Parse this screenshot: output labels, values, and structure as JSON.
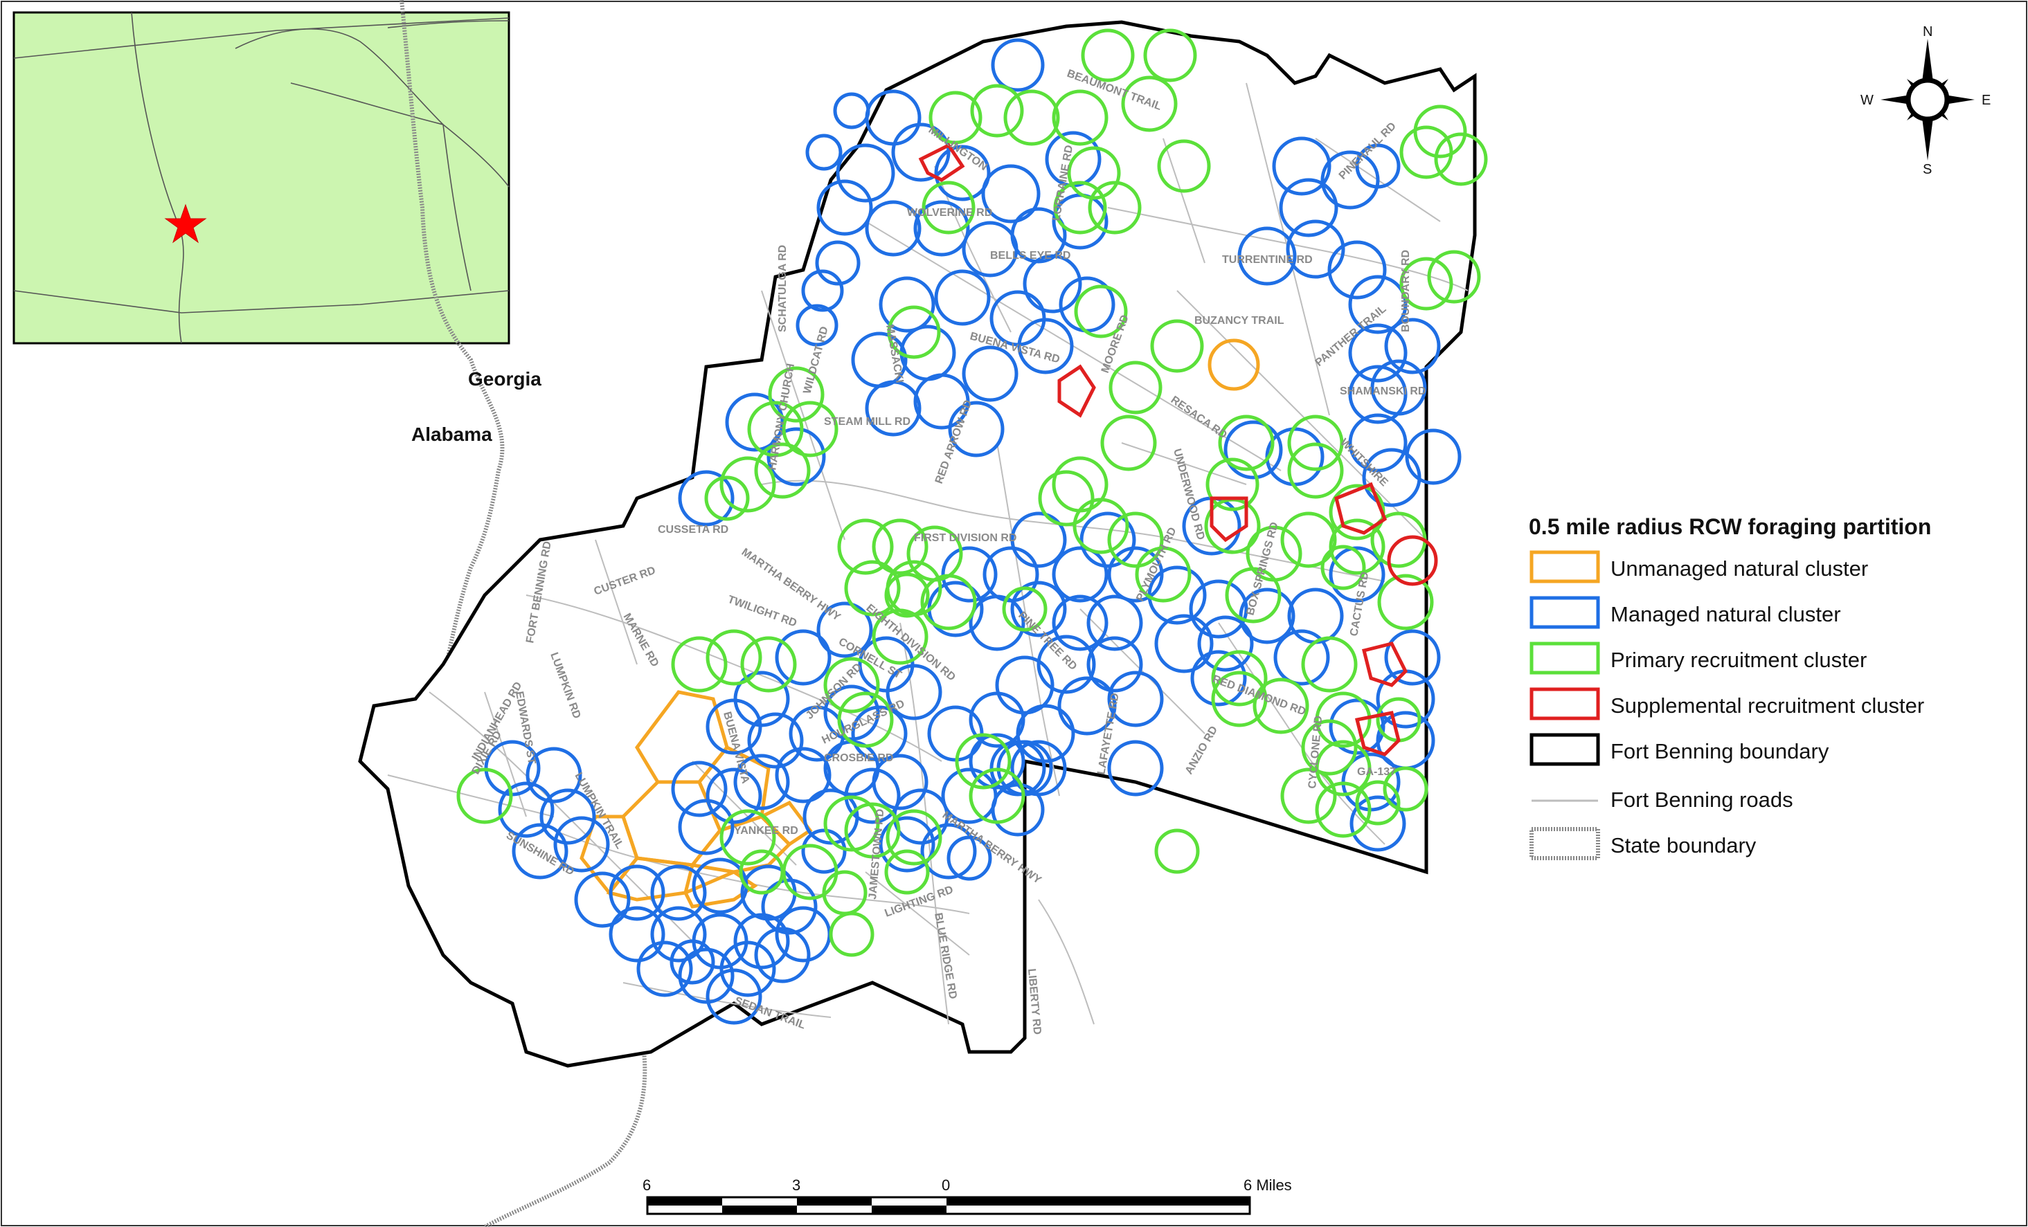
{
  "map": {
    "state_labels": [
      "Georgia",
      "Alabama"
    ],
    "roads": [
      "BEAUMONT TRAIL",
      "MILLINGTON",
      "WOLVERINE RD",
      "LORRAINE RD",
      "BELLS EYE RD",
      "SCHATULGA RD",
      "WILDCAT RD",
      "MASSACKI",
      "BUENA VISTA RD",
      "MOORE RD",
      "BUZANCY TRAIL",
      "TURRENTINE RD",
      "PINEHAUL RD",
      "PANTHER TRAIL",
      "BOUNDARY RD",
      "SHAMANSKI RD",
      "RESACA RD",
      "STEAM MILL RD",
      "RED ARROW RD",
      "HARMONY CHURCH",
      "UNDERWOOD RD",
      "WHITSHIRE",
      "CUSSETA RD",
      "FIRST DIVISION RD",
      "MARTHA BERRY HWY",
      "PLYMOUTH RD",
      "BOX SPRINGS RD",
      "CACTUS RD",
      "CUSTER RD",
      "FORT BENNING RD",
      "TWILIGHT RD",
      "MARNE RD",
      "EDWARDS ST",
      "LUMPKIN RD",
      "INDIANHEAD RD",
      "CORNELL ST",
      "EIGHTH DIVISION RD",
      "PINE TREE RD",
      "BUENA VISTA",
      "JOHNSON RD",
      "HOURGLASS RD",
      "CROSBIE RD",
      "RED DIAMOND RD",
      "ANZIO RD",
      "CYCLONE RD",
      "GA-137",
      "DIXIE RD",
      "LUMPKIN TRAIL",
      "SUNSHINE RD",
      "YANKEE RD",
      "JAMESTOWN RD",
      "LIGHTING RD",
      "BLUE RIDGE RD",
      "SEDAN TRAIL",
      "LAFAYETTE RD",
      "LIBERTY RD",
      "MARTHA BERRY HWY"
    ]
  },
  "legend": {
    "title": "0.5 mile radius RCW foraging partition",
    "items": [
      {
        "label": "Unmanaged natural cluster",
        "color": "#F5A623",
        "kind": "cluster"
      },
      {
        "label": "Managed natural cluster",
        "color": "#1F6FE5",
        "kind": "cluster"
      },
      {
        "label": "Primary recruitment cluster",
        "color": "#5BE03A",
        "kind": "cluster"
      },
      {
        "label": "Supplemental recruitment cluster",
        "color": "#E02020",
        "kind": "cluster"
      },
      {
        "label": "Fort Benning boundary",
        "color": "#000000",
        "kind": "boundary"
      },
      {
        "label": "Fort Benning roads",
        "color": "#BDBDBD",
        "kind": "road"
      },
      {
        "label": "State boundary",
        "color": "#888888",
        "kind": "state"
      }
    ]
  },
  "compass": {
    "n": "N",
    "s": "S",
    "e": "E",
    "w": "W"
  },
  "scale_bar": {
    "ticks": [
      "6",
      "3",
      "0",
      "6 Miles"
    ]
  },
  "inset": {
    "marker_icon": "red-star-icon",
    "marker_color": "#FF0000",
    "land_color": "#CCF5B0"
  }
}
